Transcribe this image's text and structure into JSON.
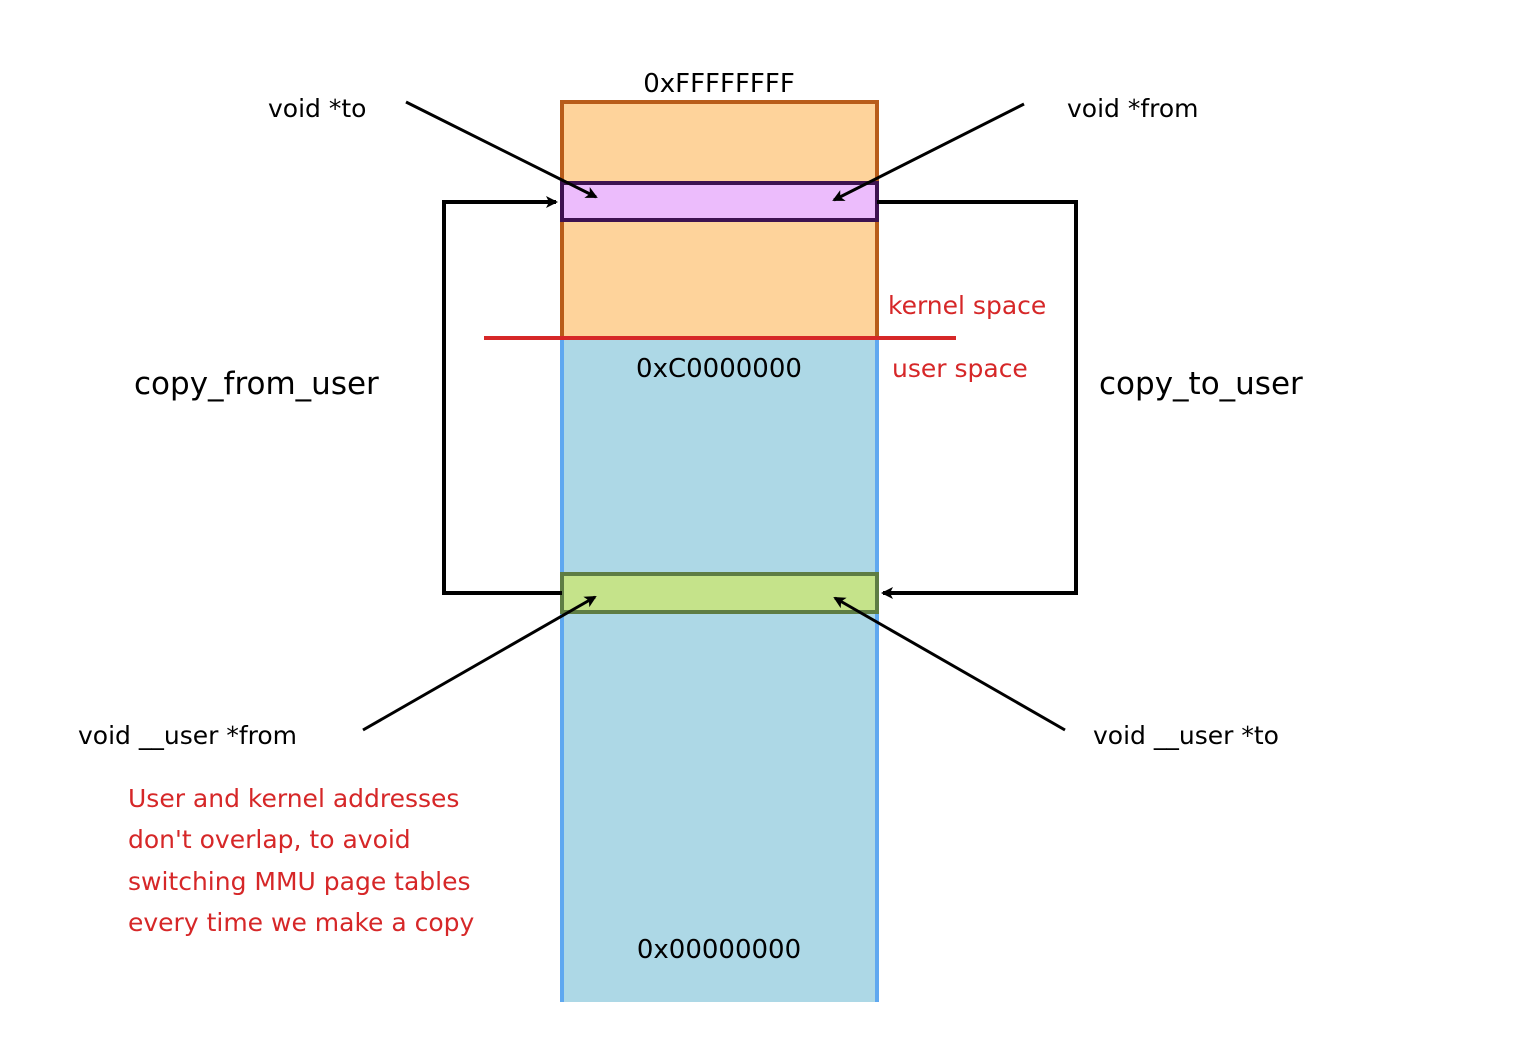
{
  "addresses": {
    "top": "0xFFFFFFFF",
    "boundary": "0xC0000000",
    "bottom": "0x00000000"
  },
  "regions": {
    "kernel_label": "kernel space",
    "user_label": "user space"
  },
  "pointers": {
    "kernel_to": "void *to",
    "kernel_from": "void *from",
    "user_from": "void __user *from",
    "user_to": "void __user *to"
  },
  "functions": {
    "copy_from_user": "copy_from_user",
    "copy_to_user": "copy_to_user"
  },
  "note": {
    "lines": [
      "User and kernel addresses",
      "don't overlap, to avoid",
      "switching MMU page tables",
      "every time we make a copy"
    ]
  },
  "colors": {
    "kernel_fill": "#fed39b",
    "kernel_border": "#b85c1a",
    "user_fill": "#add8e6",
    "user_border": "#5fa8f0",
    "kernel_buffer_fill": "#ecbcfc",
    "kernel_buffer_border": "#3d1250",
    "user_buffer_fill": "#c5e38a",
    "user_buffer_border": "#5e7d44",
    "boundary_line": "#d62728",
    "note_text": "#d62728"
  }
}
